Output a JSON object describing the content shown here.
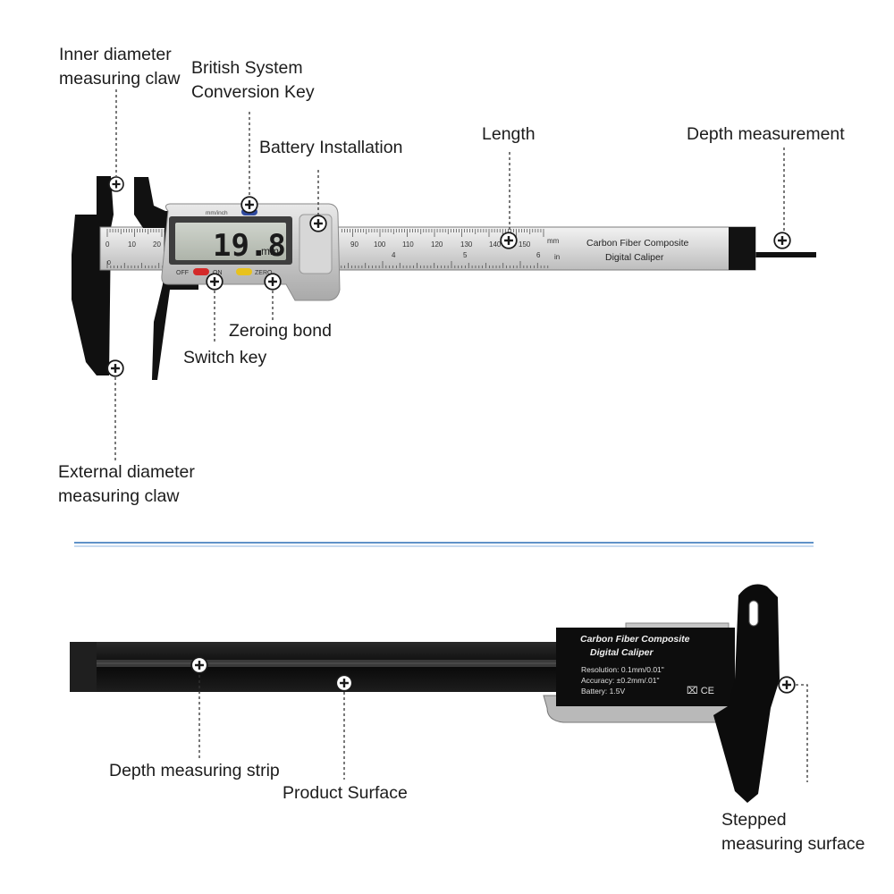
{
  "top_view": {
    "caliper": {
      "display_value": "19.8",
      "display_unit": "mm",
      "unit_key_label": "mm/inch",
      "off_label": "OFF",
      "on_label": "ON",
      "zero_label": "ZERO",
      "beam_title": "Carbon Fiber Composite",
      "beam_subtitle": "Digital Caliper",
      "mm_scale_numbers": [
        "0",
        "10",
        "20",
        "90",
        "100",
        "110",
        "120",
        "130",
        "140",
        "150"
      ],
      "mm_unit": "mm",
      "inch_scale_numbers": [
        "0",
        "4",
        "5",
        "6"
      ],
      "inch_unit": "in"
    },
    "callouts": {
      "inner_claw": [
        "Inner diameter",
        "measuring claw"
      ],
      "conversion_key": [
        "British System",
        "Conversion Key"
      ],
      "battery": [
        "Battery Installation"
      ],
      "length": [
        "Length"
      ],
      "depth": [
        "Depth measurement"
      ],
      "zeroing": [
        "Zeroing bond"
      ],
      "switch_key": [
        "Switch key"
      ],
      "outer_claw": [
        "External diameter",
        "measuring claw"
      ]
    }
  },
  "bottom_view": {
    "caliper": {
      "label_title": "Carbon Fiber Composite",
      "label_subtitle": "Digital Caliper",
      "specs": [
        "Resolution: 0.1mm/0.01\"",
        "Accuracy: ±0.2mm/.01\"",
        "Battery: 1.5V"
      ],
      "marks": "⌧ CE"
    },
    "callouts": {
      "depth_strip": [
        "Depth measuring strip"
      ],
      "product_surface": [
        "Product Surface"
      ],
      "stepped_surface": [
        "Stepped",
        "measuring surface"
      ]
    }
  },
  "colors": {
    "caliper_body": "#0e0e0e",
    "beam_silver": "#dcdcdc",
    "divider": "#2c6fb5",
    "off_button": "#d42a2a",
    "zero_button": "#e8c21d",
    "unit_button": "#2f4aa0"
  }
}
